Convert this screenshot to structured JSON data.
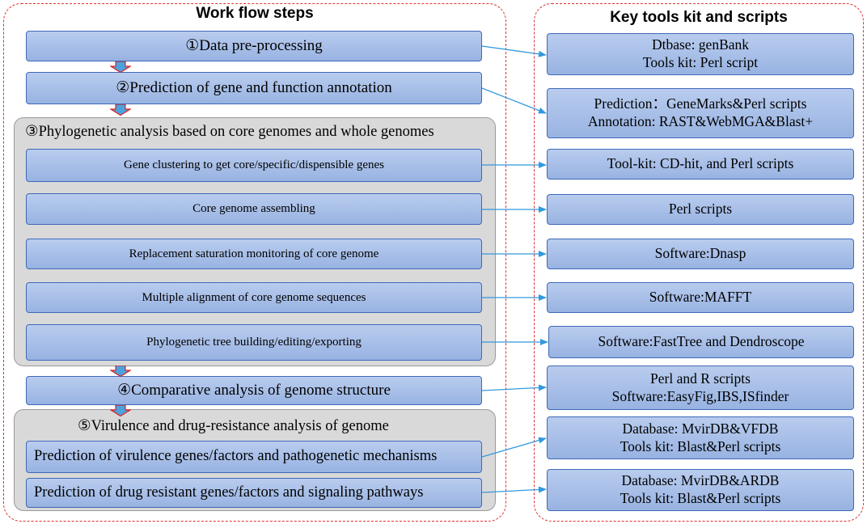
{
  "left_title": "Work flow steps",
  "right_title": "Key  tools kit and scripts",
  "steps": {
    "s1": "①Data pre-processing",
    "s2": "②Prediction of gene and function annotation",
    "s3": "③Phylogenetic analysis based on core genomes and whole genomes",
    "s4": "④Comparative analysis of genome structure",
    "s5": "⑤Virulence and drug-resistance analysis of genome"
  },
  "substeps": {
    "gene_clustering": "Gene clustering to get core/specific/dispensible genes",
    "core_assembling": "Core genome assembling",
    "saturation": "Replacement saturation monitoring  of core genome",
    "alignment": "Multiple alignment of core genome sequences",
    "tree": "Phylogenetic tree building/editing/exporting",
    "virulence": "Prediction of virulence genes/factors and pathogenetic mechanisms",
    "drug": "Prediction of drug resistant genes/factors and signaling pathways"
  },
  "tools": {
    "t1": [
      "Dtbase: genBank",
      "Tools kit:  Perl script"
    ],
    "t2": [
      "Prediction：GeneMarks&Perl scripts",
      "Annotation: RAST&WebMGA&Blast+"
    ],
    "t3": [
      "Tool-kit: CD-hit, and Perl  scripts"
    ],
    "t4": [
      "Perl  scripts"
    ],
    "t5": [
      "Software:Dnasp"
    ],
    "t6": [
      "Software:MAFFT"
    ],
    "t7": [
      "Software:FastTree and Dendroscope"
    ],
    "t8": [
      "Perl and R scripts",
      "Software:EasyFig,IBS,ISfinder"
    ],
    "t9": [
      "Database: MvirDB&VFDB",
      "Tools kit: Blast&Perl scripts"
    ],
    "t10": [
      "Database: MvirDB&ARDB",
      "Tools kit: Blast&Perl scripts"
    ]
  },
  "colors": {
    "box_fill_top": "#b9ccee",
    "box_fill_bottom": "#98b3e2",
    "box_border": "#3f69b9",
    "group_fill": "#d9d9d9",
    "panel_border": "#e03030",
    "connector": "#3399dd",
    "down_arrow_fill": "#4aa3df",
    "down_arrow_border": "#e02020"
  }
}
